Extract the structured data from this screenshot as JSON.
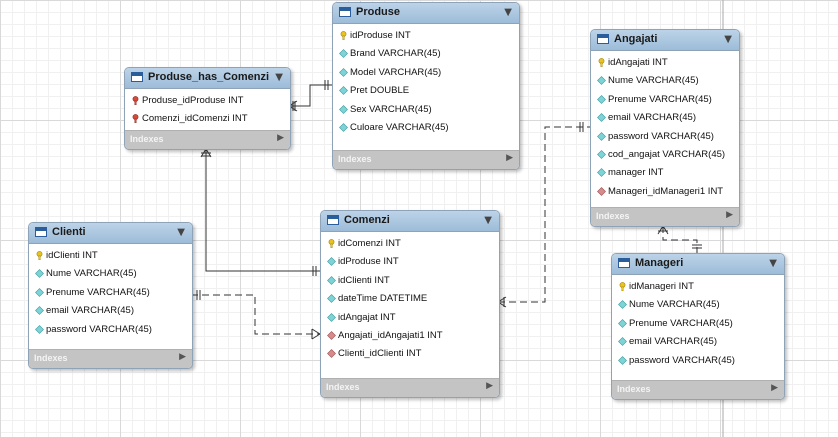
{
  "diagram": {
    "tables": [
      {
        "id": "produse",
        "name": "Produse",
        "indexes_label": "Indexes",
        "columns": [
          {
            "label": "idProduse INT",
            "icon": "primary-key-icon"
          },
          {
            "label": "Brand VARCHAR(45)",
            "icon": "column-diamond-icon"
          },
          {
            "label": "Model VARCHAR(45)",
            "icon": "column-diamond-icon"
          },
          {
            "label": "Pret DOUBLE",
            "icon": "column-diamond-icon"
          },
          {
            "label": "Sex VARCHAR(45)",
            "icon": "column-diamond-icon"
          },
          {
            "label": "Culoare VARCHAR(45)",
            "icon": "column-diamond-icon"
          }
        ]
      },
      {
        "id": "produse_has_comenzi",
        "name": "Produse_has_Comenzi",
        "indexes_label": "Indexes",
        "columns": [
          {
            "label": "Produse_idProduse INT",
            "icon": "foreign-primary-key-icon"
          },
          {
            "label": "Comenzi_idComenzi INT",
            "icon": "foreign-primary-key-icon"
          }
        ]
      },
      {
        "id": "angajati",
        "name": "Angajati",
        "indexes_label": "Indexes",
        "columns": [
          {
            "label": "idAngajati INT",
            "icon": "primary-key-icon"
          },
          {
            "label": "Nume VARCHAR(45)",
            "icon": "column-diamond-icon"
          },
          {
            "label": "Prenume VARCHAR(45)",
            "icon": "column-diamond-icon"
          },
          {
            "label": "email VARCHAR(45)",
            "icon": "column-diamond-icon"
          },
          {
            "label": "password VARCHAR(45)",
            "icon": "column-diamond-icon"
          },
          {
            "label": "cod_angajat VARCHAR(45)",
            "icon": "column-diamond-icon"
          },
          {
            "label": "manager INT",
            "icon": "column-diamond-icon"
          },
          {
            "label": "Manageri_idManageri1 INT",
            "icon": "foreign-key-diamond-icon"
          }
        ]
      },
      {
        "id": "clienti",
        "name": "Clienti",
        "indexes_label": "Indexes",
        "columns": [
          {
            "label": "idClienti INT",
            "icon": "primary-key-icon"
          },
          {
            "label": "Nume VARCHAR(45)",
            "icon": "column-diamond-icon"
          },
          {
            "label": "Prenume VARCHAR(45)",
            "icon": "column-diamond-icon"
          },
          {
            "label": "email VARCHAR(45)",
            "icon": "column-diamond-icon"
          },
          {
            "label": "password VARCHAR(45)",
            "icon": "column-diamond-icon"
          }
        ]
      },
      {
        "id": "comenzi",
        "name": "Comenzi",
        "indexes_label": "Indexes",
        "columns": [
          {
            "label": "idComenzi INT",
            "icon": "primary-key-icon"
          },
          {
            "label": "idProduse INT",
            "icon": "column-diamond-icon"
          },
          {
            "label": "idClienti INT",
            "icon": "column-diamond-icon"
          },
          {
            "label": "dateTime DATETIME",
            "icon": "column-diamond-icon"
          },
          {
            "label": "idAngajat INT",
            "icon": "column-diamond-icon"
          },
          {
            "label": "Angajati_idAngajati1 INT",
            "icon": "foreign-key-diamond-icon"
          },
          {
            "label": "Clienti_idClienti INT",
            "icon": "foreign-key-diamond-icon"
          }
        ]
      },
      {
        "id": "manageri",
        "name": "Manageri",
        "indexes_label": "Indexes",
        "columns": [
          {
            "label": "idManageri INT",
            "icon": "primary-key-icon"
          },
          {
            "label": "Nume VARCHAR(45)",
            "icon": "column-diamond-icon"
          },
          {
            "label": "Prenume VARCHAR(45)",
            "icon": "column-diamond-icon"
          },
          {
            "label": "email VARCHAR(45)",
            "icon": "column-diamond-icon"
          },
          {
            "label": "password VARCHAR(45)",
            "icon": "column-diamond-icon"
          }
        ]
      }
    ],
    "relationships": [
      {
        "from": "produse_has_comenzi",
        "to": "produse",
        "style": "solid"
      },
      {
        "from": "produse_has_comenzi",
        "to": "comenzi",
        "style": "solid"
      },
      {
        "from": "comenzi",
        "to": "angajati",
        "style": "dashed"
      },
      {
        "from": "comenzi",
        "to": "clienti",
        "style": "dashed"
      },
      {
        "from": "angajati",
        "to": "manageri",
        "style": "dashed"
      }
    ]
  }
}
